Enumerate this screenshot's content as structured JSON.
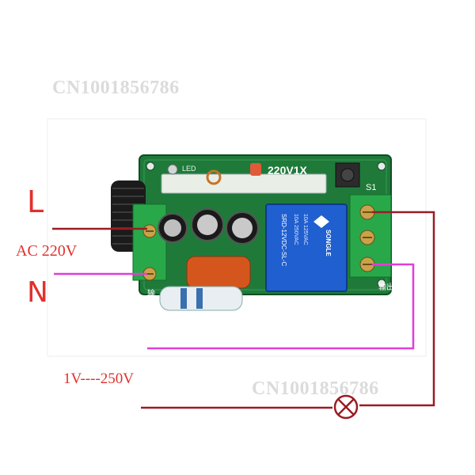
{
  "labels": {
    "live": "L",
    "neutral": "N",
    "supply": "AC 220V",
    "load_range": "1V----250V"
  },
  "watermarks": [
    "CN1001856786",
    "CN1001856786"
  ],
  "board": {
    "pcb_print": "220V1X",
    "led_label": "LED",
    "switch_label": "S1",
    "relay_lines": [
      "SRD-12VDC-SL-C",
      "10A 250VAC",
      "10A 125VAC",
      "SONGLE"
    ],
    "output_label": "输出",
    "input_label": "输"
  },
  "colors": {
    "wire_live": "#9b1c24",
    "wire_neutral": "#e23ed8",
    "pcb": "#1f7a3a",
    "relay": "#1f5fd0"
  },
  "icons": [
    "lamp-icon"
  ]
}
